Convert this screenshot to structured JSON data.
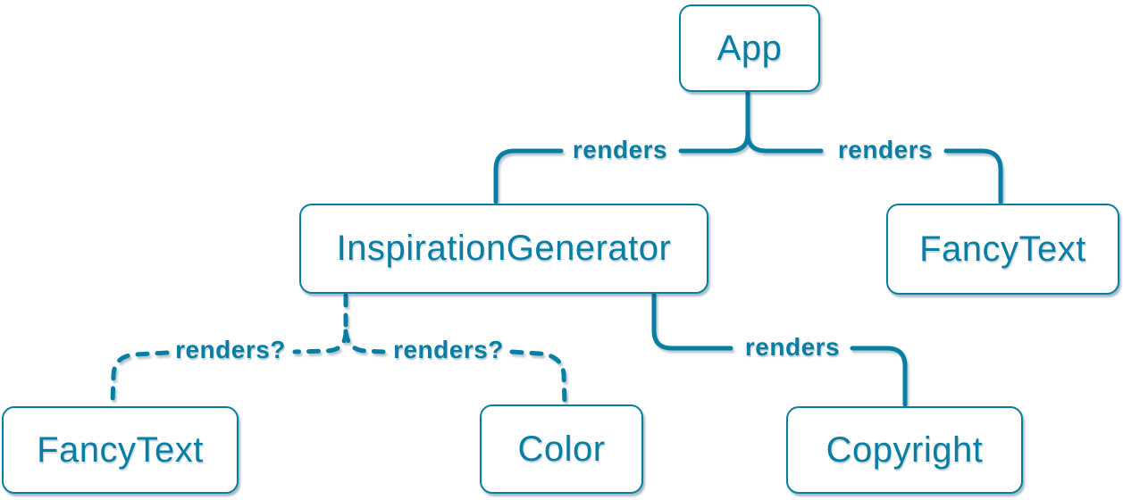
{
  "colors": {
    "accent": "#087ea4",
    "node_background": "#ffffff",
    "shadow": "rgba(9,57,80,0.3)"
  },
  "nodes": {
    "app": {
      "label": "App"
    },
    "inspiration_generator": {
      "label": "InspirationGenerator"
    },
    "fancy_text_top": {
      "label": "FancyText"
    },
    "fancy_text_bottom": {
      "label": "FancyText"
    },
    "color": {
      "label": "Color"
    },
    "copyright": {
      "label": "Copyright"
    }
  },
  "edges": {
    "app_to_inspiration": {
      "label": "renders",
      "style": "solid"
    },
    "app_to_fancytext": {
      "label": "renders",
      "style": "solid"
    },
    "inspiration_to_fancytext": {
      "label": "renders?",
      "style": "dashed"
    },
    "inspiration_to_color": {
      "label": "renders?",
      "style": "dashed"
    },
    "inspiration_to_copyright": {
      "label": "renders",
      "style": "solid"
    }
  }
}
